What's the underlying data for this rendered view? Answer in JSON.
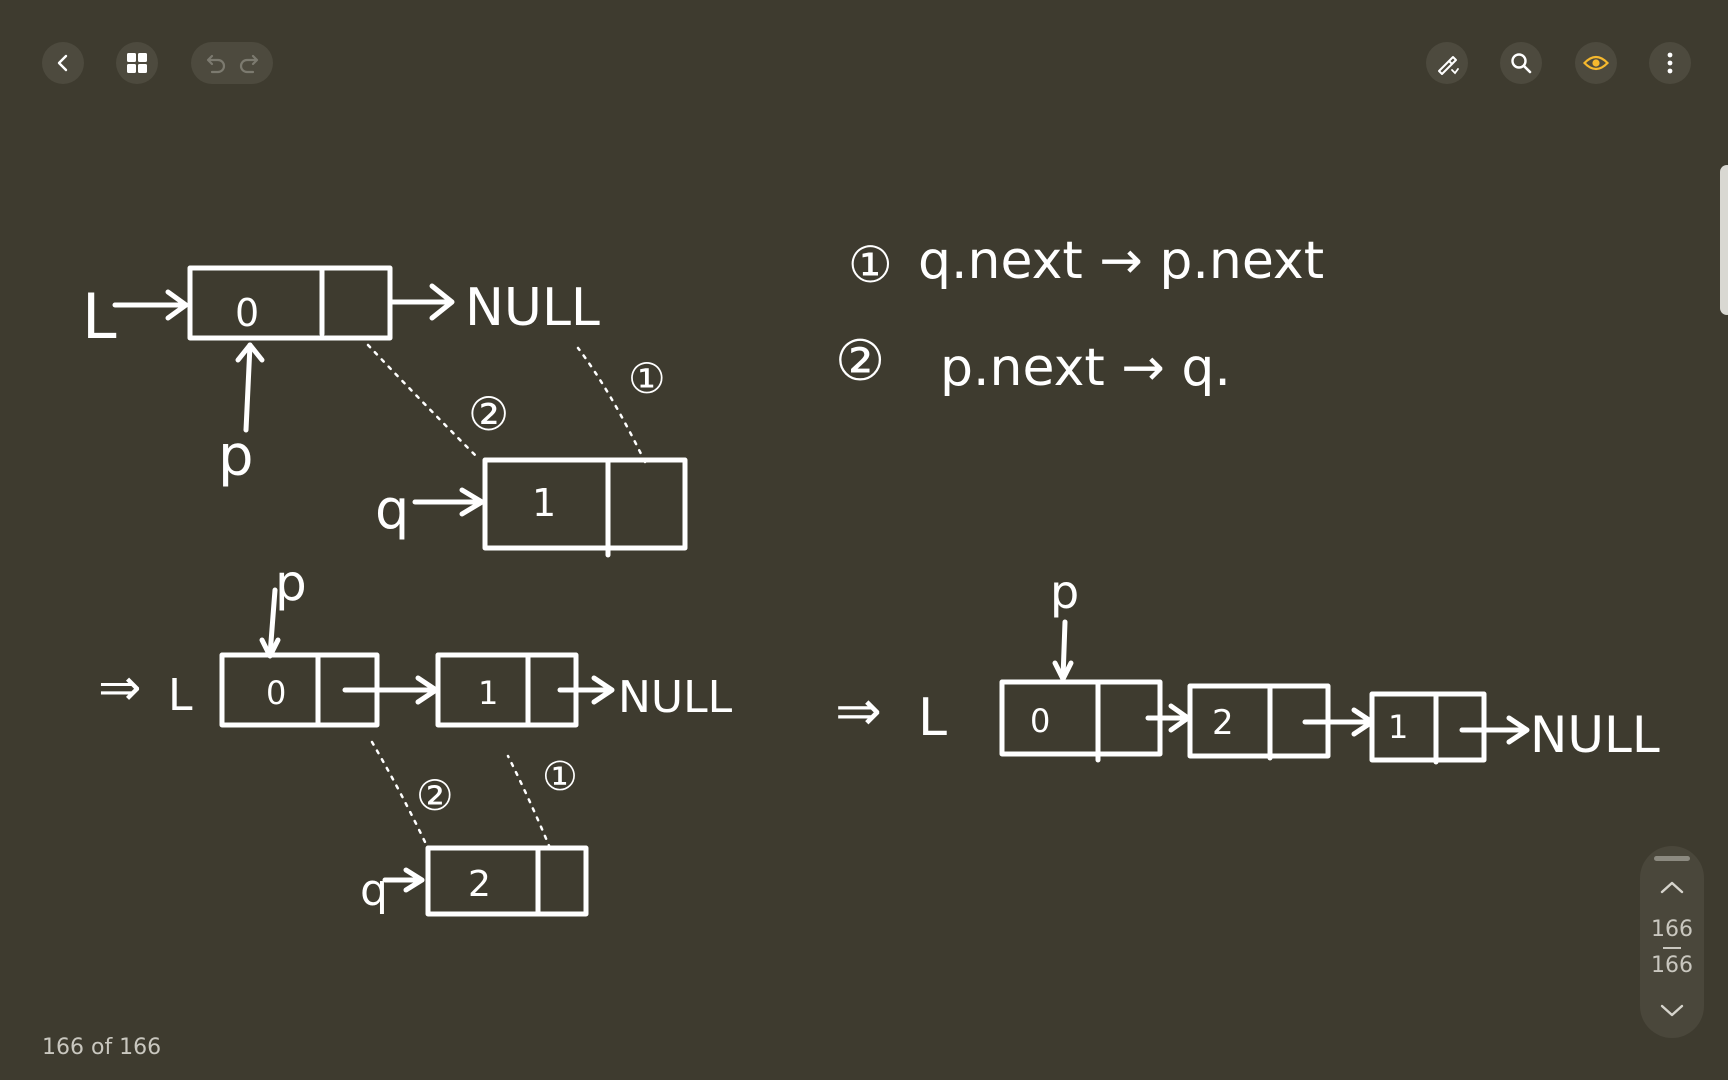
{
  "toolbar": {
    "back_icon": "chevron-left-icon",
    "grid_icon": "grid-icon",
    "undo_icon": "undo-icon",
    "redo_icon": "redo-icon",
    "pen_icon": "pen-icon",
    "search_icon": "search-icon",
    "eye_icon": "eye-icon",
    "more_icon": "more-vertical-icon",
    "accent": "#f5b82e"
  },
  "canvas": {
    "top_diagram": {
      "head_label": "L",
      "node_a_value": "0",
      "null_label": "NULL",
      "p_label": "p",
      "q_label": "q",
      "node_b_value": "1",
      "step1_marker": "①",
      "step2_marker": "②"
    },
    "steps": {
      "step1_marker": "①",
      "step1_text": "q.next → p.next",
      "step2_marker": "②",
      "step2_text": "p.next → q."
    },
    "mid_diagram": {
      "arrow": "⇒",
      "head_label": "L",
      "p_label": "p",
      "node_a_value": "0",
      "node_b_value": "1",
      "null_label": "NULL",
      "q_label": "q",
      "node_c_value": "2",
      "step1_marker": "①",
      "step2_marker": "②"
    },
    "result_diagram": {
      "arrow": "⇒",
      "head_label": "L",
      "p_label": "p",
      "node_a_value": "0",
      "node_b_value": "2",
      "node_c_value": "1",
      "null_label": "NULL"
    }
  },
  "pager": {
    "current": "166",
    "total": "166",
    "up_icon": "chevron-up-icon",
    "down_icon": "chevron-down-icon"
  },
  "footer": {
    "page_info": "166 of 166"
  }
}
